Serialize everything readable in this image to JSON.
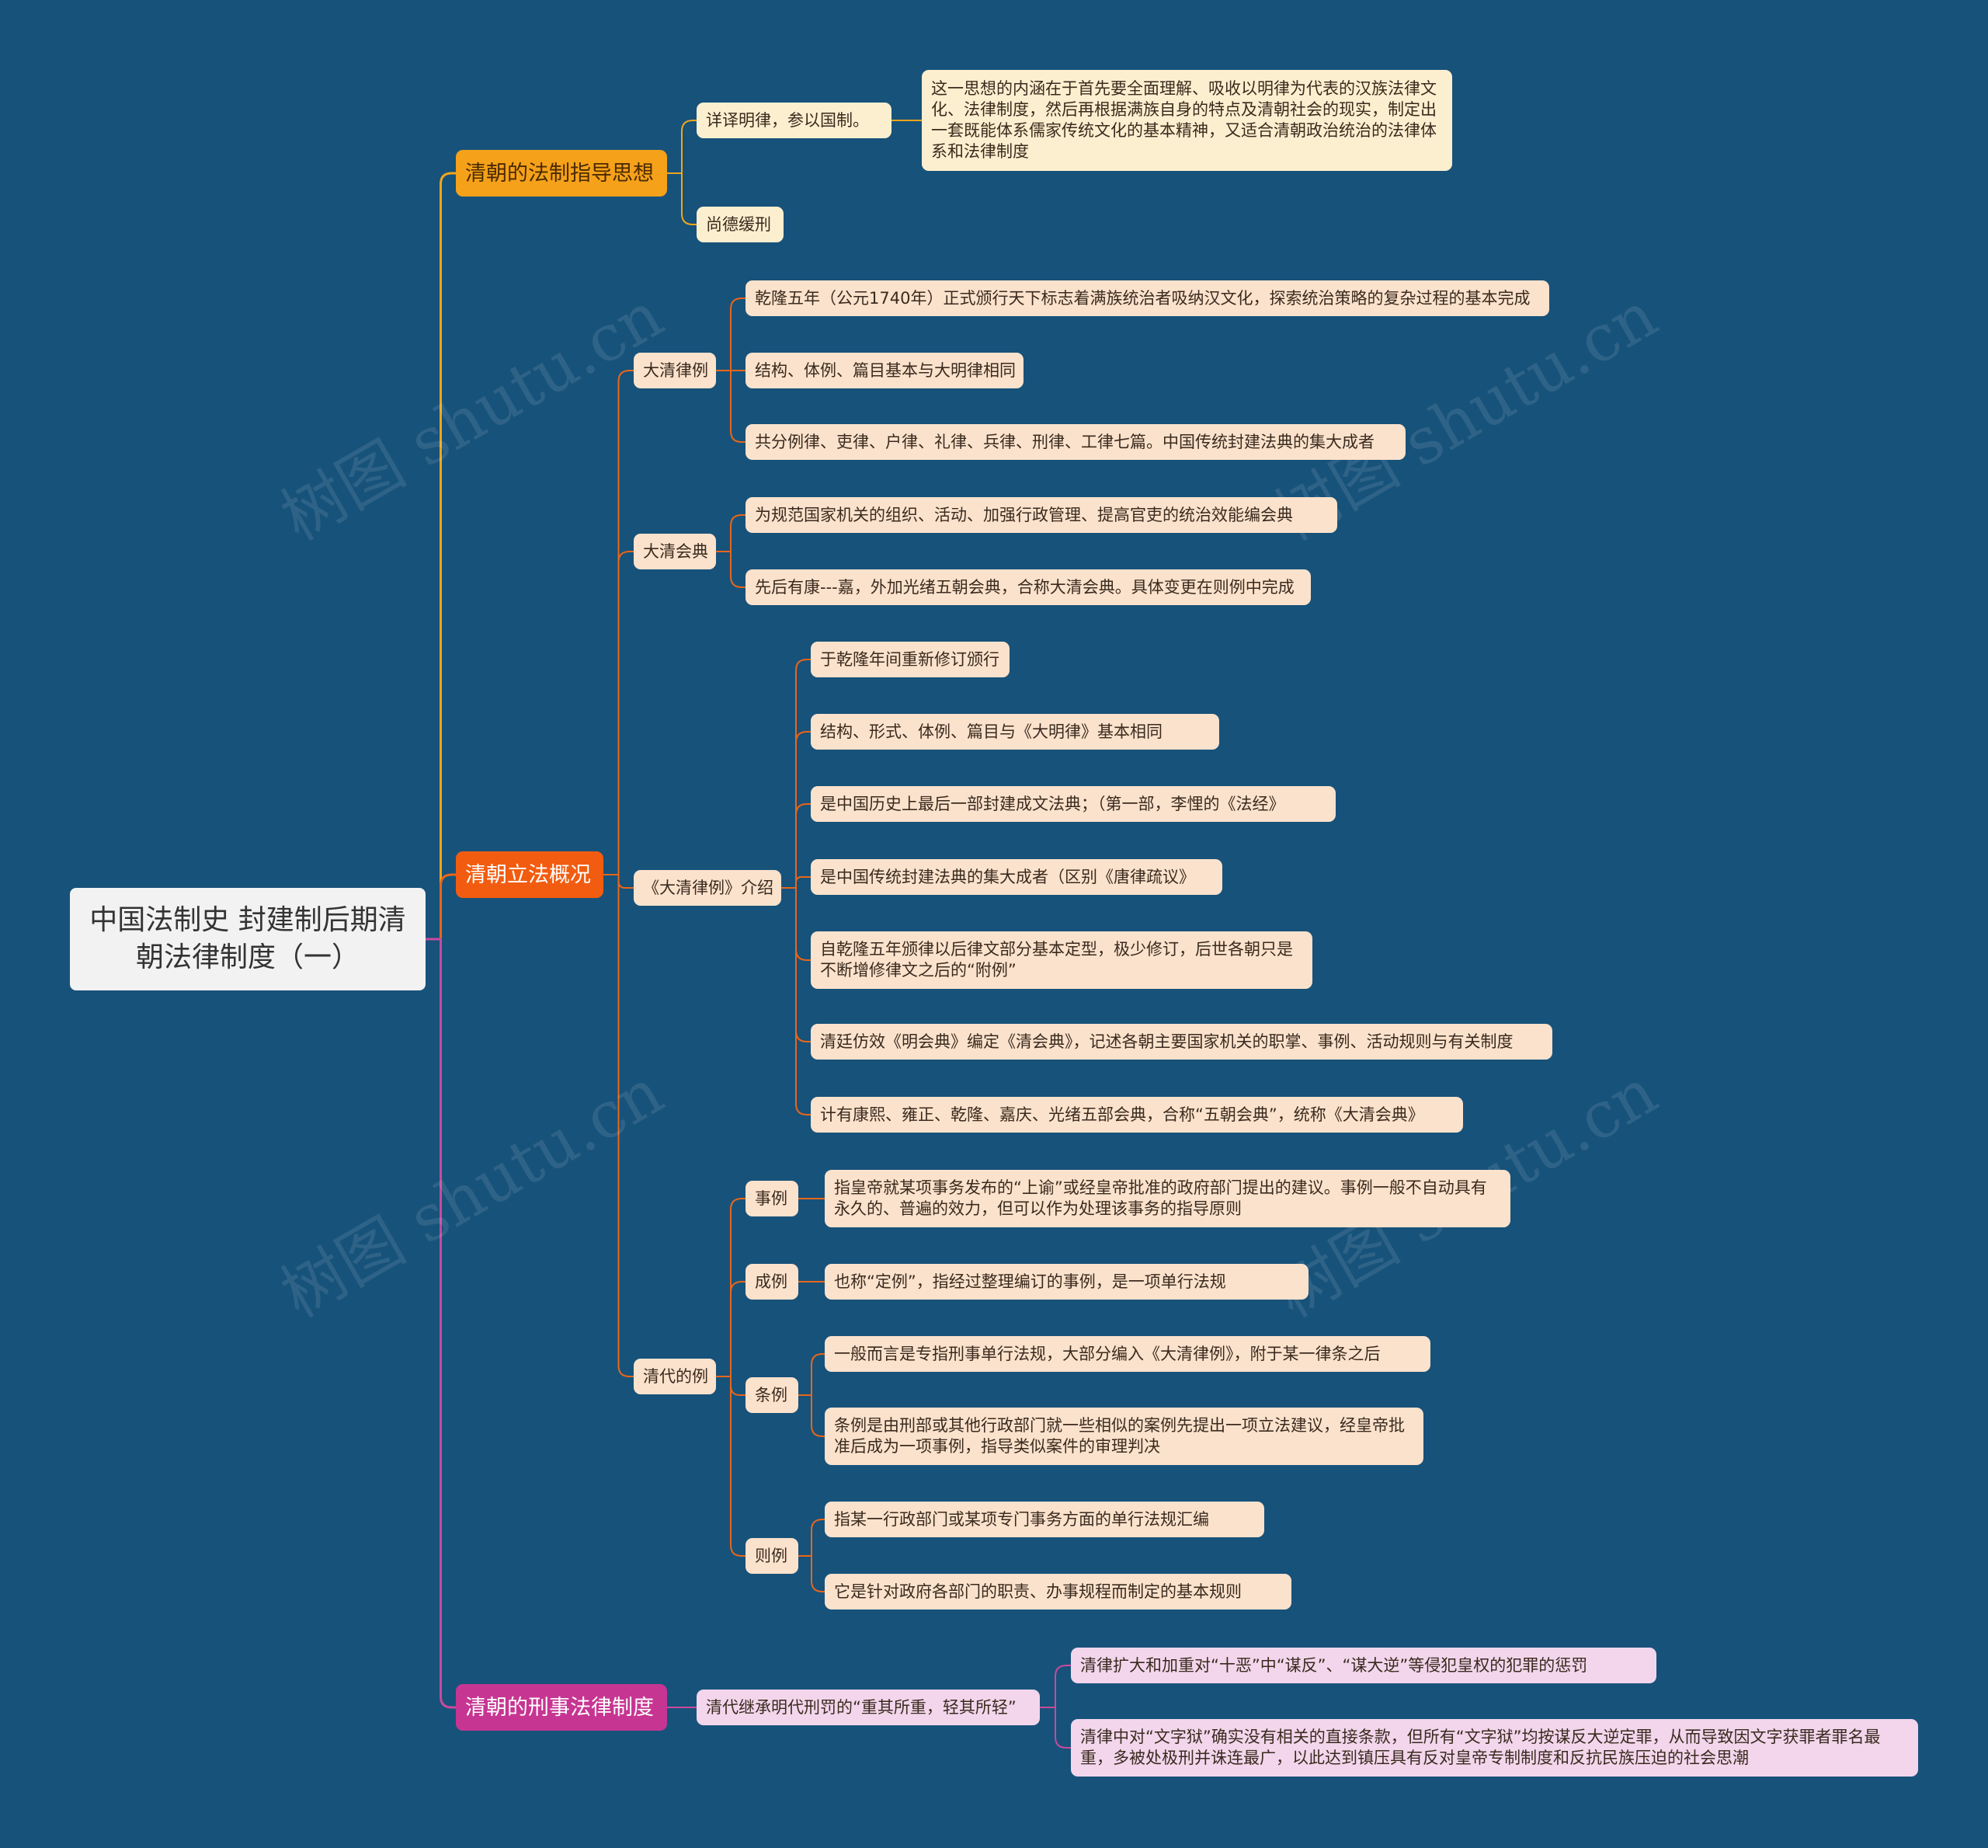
{
  "watermark": "树图 shutu.cn",
  "root": {
    "title": "中国法制史  封建制后期清朝法律制度（一）"
  },
  "b1": {
    "label": "清朝的法制指导思想",
    "c1": {
      "label": "详译明律，参以国制。",
      "detail": "这一思想的内涵在于首先要全面理解、吸收以明律为代表的汉族法律文化、法律制度，然后再根据满族自身的特点及清朝社会的现实，制定出一套既能体系儒家传统文化的基本精神，又适合清朝政治统治的法律体系和法律制度"
    },
    "c2": {
      "label": "尚德缓刑"
    }
  },
  "b2": {
    "label": "清朝立法概况",
    "dqll": {
      "label": "大清律例",
      "items": [
        "乾隆五年（公元1740年）正式颁行天下标志着满族统治者吸纳汉文化，探索统治策略的复杂过程的基本完成",
        "结构、体例、篇目基本与大明律相同",
        "共分例律、吏律、户律、礼律、兵律、刑律、工律七篇。中国传统封建法典的集大成者"
      ]
    },
    "dqhd": {
      "label": "大清会典",
      "items": [
        "为规范国家机关的组织、活动、加强行政管理、提高官吏的统治效能编会典",
        "先后有康---嘉，外加光绪五朝会典，合称大清会典。具体变更在则例中完成"
      ]
    },
    "js": {
      "label": "《大清律例》介绍",
      "items": [
        "于乾隆年间重新修订颁行",
        "结构、形式、体例、篇目与《大明律》基本相同",
        "是中国历史上最后一部封建成文法典；（第一部，李悝的《法经》",
        "是中国传统封建法典的集大成者（区别《唐律疏议》",
        "自乾隆五年颁律以后律文部分基本定型，极少修订，后世各朝只是不断增修律文之后的“附例”",
        "清廷仿效《明会典》编定《清会典》，记述各朝主要国家机关的职掌、事例、活动规则与有关制度",
        "计有康熙、雍正、乾隆、嘉庆、光绪五部会典，合称“五朝会典”，统称《大清会典》"
      ]
    },
    "qdl": {
      "label": "清代的例",
      "sl": {
        "label": "事例",
        "items": [
          "指皇帝就某项事务发布的“上谕”或经皇帝批准的政府部门提出的建议。事例一般不自动具有永久的、普遍的效力，但可以作为处理该事务的指导原则"
        ]
      },
      "cl": {
        "label": "成例",
        "items": [
          "也称“定例”，指经过整理编订的事例，是一项单行法规"
        ]
      },
      "tl": {
        "label": "条例",
        "items": [
          "一般而言是专指刑事单行法规，大部分编入《大清律例》，附于某一律条之后",
          "条例是由刑部或其他行政部门就一些相似的案例先提出一项立法建议，经皇帝批准后成为一项事例，指导类似案件的审理判决"
        ]
      },
      "zl": {
        "label": "则例",
        "items": [
          "指某一行政部门或某项专门事务方面的单行法规汇编",
          "它是针对政府各部门的职责、办事规程而制定的基本规则"
        ]
      }
    }
  },
  "b3": {
    "label": "清朝的刑事法律制度",
    "c1": {
      "label": "清代继承明代刑罚的“重其所重，轻其所轻”",
      "items": [
        "清律扩大和加重对“十恶”中“谋反”、“谋大逆”等侵犯皇权的犯罪的惩罚",
        "清律中对“文字狱”确实没有相关的直接条款，但所有“文字狱”均按谋反大逆定罪，从而导致因文字获罪者罪名最重，多被处极刑并诛连最广，以此达到镇压具有反对皇帝专制制度和反抗民族压迫的社会思潮"
      ]
    }
  }
}
